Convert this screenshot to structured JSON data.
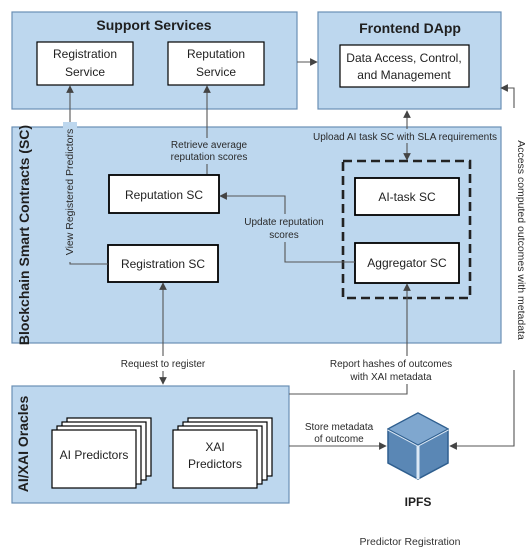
{
  "support_services": {
    "title": "Support Services",
    "registration_service": [
      "Registration",
      "Service"
    ],
    "reputation_service": [
      "Reputation",
      "Service"
    ]
  },
  "frontend": {
    "title": "Frontend DApp",
    "data_access": [
      "Data Access, Control,",
      "and Management"
    ]
  },
  "blockchain": {
    "title": "Blockchain Smart Contracts (SC)",
    "reputation_sc": "Reputation SC",
    "ai_task_sc": "AI-task SC",
    "registration_sc": "Registration SC",
    "aggregator_sc": "Aggregator SC"
  },
  "oracles": {
    "title": "AI/XAI Oracles",
    "ai_predictors": "AI Predictors",
    "xai_predictors": [
      "XAI",
      "Predictors"
    ]
  },
  "ipfs": {
    "label": "IPFS"
  },
  "labels": {
    "retrieve_reputation": [
      "Retrieve average",
      "reputation scores"
    ],
    "upload_ai_task": "Upload AI task SC with SLA requirements",
    "view_registered": "View Registered Predictors",
    "update_reputation": [
      "Update reputation",
      "scores"
    ],
    "access_outcomes": "Access computed outcomes with metadata",
    "request_register": "Request to register",
    "report_hashes": [
      "Report hashes of outcomes",
      "with XAI metadata"
    ],
    "store_metadata": [
      "Store metadata",
      "of outcome"
    ]
  },
  "caption": "Predictor Registration"
}
